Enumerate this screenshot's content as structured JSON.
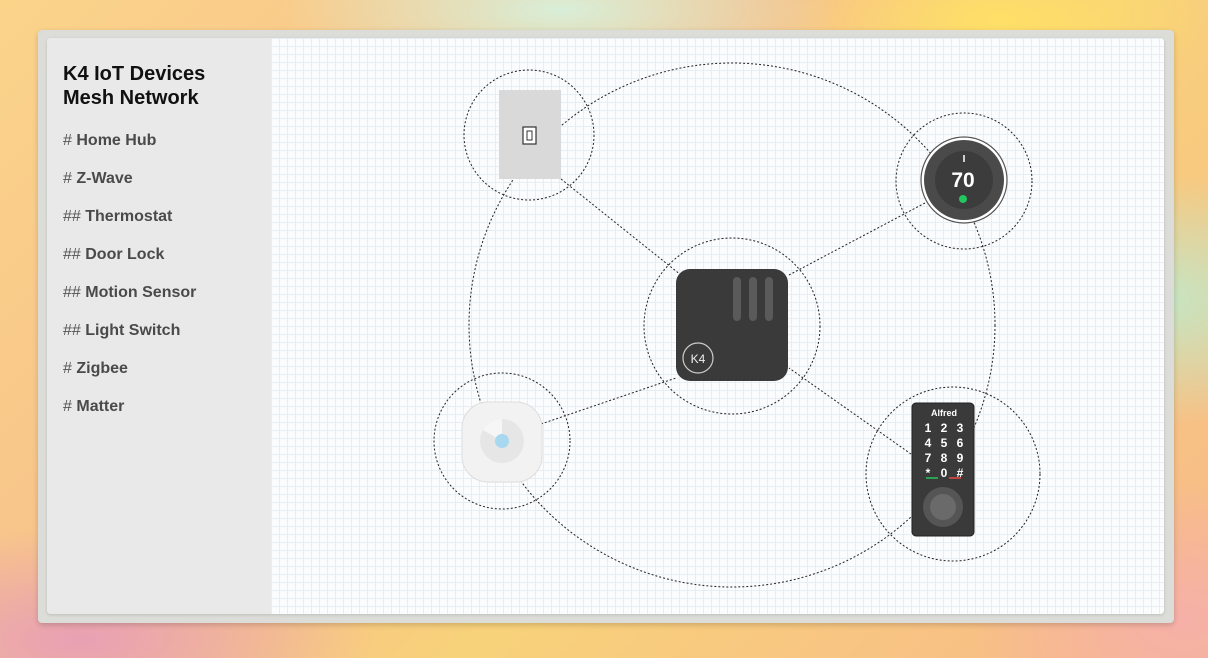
{
  "sidebar": {
    "title": "K4 IoT Devices\nMesh Network",
    "items": [
      {
        "hash": "#",
        "label": "Home Hub"
      },
      {
        "hash": "#",
        "label": "Z-Wave"
      },
      {
        "hash": "##",
        "label": "Thermostat"
      },
      {
        "hash": "##",
        "label": "Door Lock"
      },
      {
        "hash": "##",
        "label": "Motion Sensor"
      },
      {
        "hash": "##",
        "label": "Light Switch"
      },
      {
        "hash": "#",
        "label": "Zigbee"
      },
      {
        "hash": "#",
        "label": "Matter"
      }
    ]
  },
  "devices": {
    "hub_label": "K4",
    "thermostat_temp": "70",
    "lock_brand": "Alfred",
    "keypad_keys": [
      "1",
      "2",
      "3",
      "4",
      "5",
      "6",
      "7",
      "8",
      "9",
      "*",
      "0",
      "#"
    ]
  },
  "colors": {
    "accent_green": "#22c55e",
    "hub_body": "#3a3a3a",
    "sensor_dot": "#a8d8f0"
  }
}
